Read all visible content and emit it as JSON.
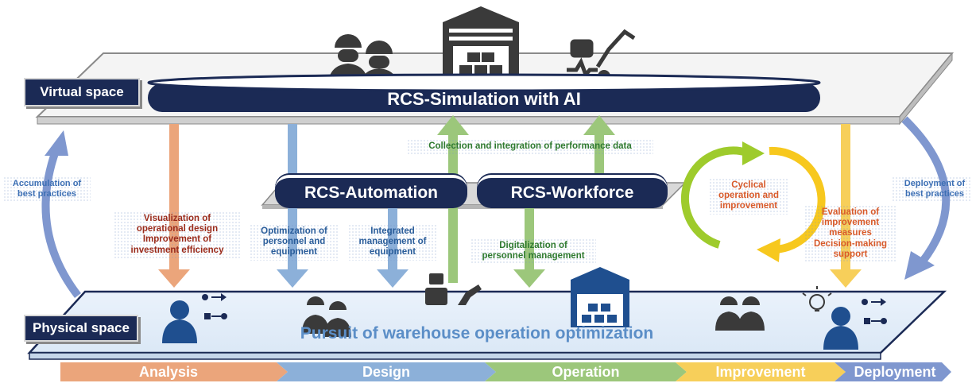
{
  "virtual_space": {
    "tag": "Virtual space",
    "banner": "RCS-Simulation with AI"
  },
  "physical_space": {
    "tag": "Physical space",
    "title": "Pursuit of warehouse operation optimization"
  },
  "modules": {
    "automation": "RCS-Automation",
    "workforce": "RCS-Workforce"
  },
  "labels": {
    "accumulation": "Accumulation of\nbest practices",
    "deployment_of": "Deployment of\nbest practices",
    "visualization": "Visualization of\noperational design\nImprovement of\ninvestment efficiency",
    "optimization": "Optimization of\npersonnel and\nequipment",
    "integrated": "Integrated\nmanagement of\nequipment",
    "collection": "Collection and integration of performance data",
    "digitalization": "Digitalization of\npersonnel management",
    "cyclical": "Cyclical\noperation and\nimprovement",
    "evaluation": "Evaluation of\nimprovement\nmeasures\nDecision-making\nsupport"
  },
  "phases": [
    "Analysis",
    "Design",
    "Operation",
    "Improvement",
    "Deployment"
  ],
  "colors": {
    "navy": "#1b2a55",
    "orange": "#eba57b",
    "blue": "#8cb0d9",
    "green": "#9cc77b",
    "yellow": "#f7cf5a",
    "periwinkle": "#7f97cf"
  }
}
